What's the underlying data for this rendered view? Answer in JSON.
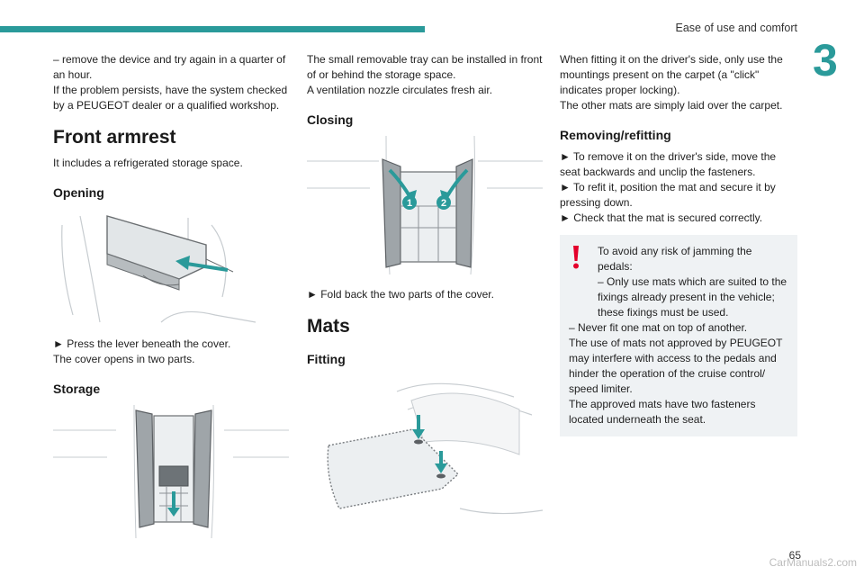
{
  "header": {
    "section_title": "Ease of use and comfort",
    "chapter": "3"
  },
  "footer": {
    "page_number": "65",
    "watermark": "CarManuals2.com"
  },
  "col1": {
    "intro": [
      "– remove the device and try again in a quarter of an hour.",
      "If the problem persists, have the system checked by a PEUGEOT dealer or a qualified workshop."
    ],
    "armrest_title": "Front armrest",
    "armrest_intro": "It includes a refrigerated storage space.",
    "opening_title": "Opening",
    "opening_steps": [
      "► Press the lever beneath the cover.",
      "The cover opens in two parts."
    ],
    "storage_title": "Storage"
  },
  "col2": {
    "tray_text": [
      "The small removable tray can be installed in front of or behind the storage space.",
      "A ventilation nozzle circulates fresh air."
    ],
    "closing_title": "Closing",
    "callouts": [
      "1",
      "2"
    ],
    "closing_step": "► Fold back the two parts of the cover.",
    "mats_title": "Mats",
    "fitting_title": "Fitting"
  },
  "col3": {
    "fitting_text": [
      "When fitting it on the driver's side, only use the mountings present on the carpet (a \"click\" indicates proper locking).",
      "The other mats are simply laid over the carpet."
    ],
    "removing_title": "Removing/refitting",
    "removing_steps": [
      "► To remove it on the driver's side, move the seat backwards and unclip the fasteners.",
      "► To refit it, position the mat and secure it by pressing down.",
      "► Check that the mat is secured correctly."
    ],
    "warning": [
      "To avoid any risk of jamming the pedals:",
      "– Only use mats which are suited to the fixings already present in the vehicle; these fixings must be used.",
      "– Never fit one mat on top of another.",
      "The use of mats not approved by PEUGEOT may interfere with access to the pedals and hinder the operation of the cruise control/ speed limiter.",
      "The approved mats have two fasteners located underneath the seat."
    ]
  },
  "colors": {
    "accent": "#2a9a9a",
    "warning": "#e4002b"
  }
}
